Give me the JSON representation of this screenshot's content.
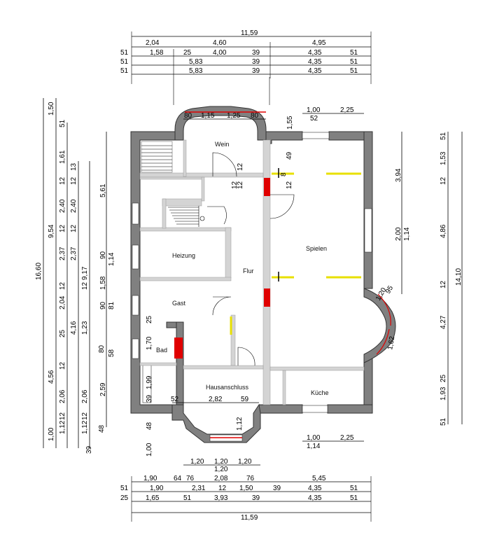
{
  "rooms": {
    "wein": "Wein",
    "spielen": "Spielen",
    "heizung": "Heizung",
    "flur": "Flur",
    "gast": "Gast",
    "bad": "Bad",
    "hausanschluss": "Hausanschluss",
    "kueche": "Küche"
  },
  "dims_top": {
    "total": "11,59",
    "row1": [
      "2,04",
      "4,60",
      "4,95"
    ],
    "row2": [
      "51",
      "1,58",
      "25",
      "4,00",
      "39",
      "4,35",
      "51"
    ],
    "row3": [
      "51",
      "5,83",
      "39",
      "4,35",
      "51"
    ],
    "row4": [
      "51",
      "5,83",
      "39",
      "4,35",
      "51"
    ],
    "bay": [
      "80",
      "1,15",
      "1,25",
      "80"
    ],
    "right_top": [
      "1,00",
      "2,25",
      "52",
      "1,55"
    ]
  },
  "dims_bottom": {
    "upper": [
      "1,20",
      "1,20",
      "1,20",
      "1,20"
    ],
    "row1": [
      "1,90",
      "64",
      "76",
      "2,08",
      "76",
      "5,45"
    ],
    "row2": [
      "51",
      "1,90",
      "2,31",
      "12",
      "1,50",
      "39",
      "4,35",
      "51"
    ],
    "row3": [
      "25",
      "1,65",
      "51",
      "3,93",
      "39",
      "4,35",
      "51"
    ],
    "total": "11,59",
    "inner": [
      "52",
      "2,82",
      "59",
      "1,12",
      "48",
      "1,00"
    ],
    "right_bottom": [
      "1,00",
      "1,14",
      "2,25"
    ]
  },
  "dims_left": {
    "total": "16,60",
    "col_a": [
      "1,50",
      "9,54",
      "4,56",
      "1,00"
    ],
    "col_b": [
      "51",
      "1,61",
      "12",
      "2,40",
      "12",
      "2,37",
      "12",
      "2,04",
      "25",
      "4,16",
      "12",
      "2,06",
      "12",
      "1,12",
      "39"
    ],
    "col_c": [
      "13",
      "12",
      "2,40",
      "12",
      "2,37",
      "9,17",
      "12",
      "1,23",
      "80",
      "2,06",
      "12",
      "1,12",
      "48"
    ],
    "col_d": [
      "5,61",
      "90",
      "1,14",
      "1,58",
      "90",
      "81",
      "58",
      "2,59"
    ],
    "col_e": [
      "25",
      "1,70",
      "1,99",
      "39"
    ],
    "small": [
      "12",
      "12",
      "12",
      "49",
      "8",
      "12"
    ]
  },
  "dims_right": {
    "col_a": [
      "51",
      "1,53",
      "12",
      "4,86",
      "12",
      "4,27",
      "25",
      "1,93",
      "51"
    ],
    "total": "14,10",
    "inner": [
      "3,94",
      "2,00",
      "1,14",
      "1,20",
      "95",
      "1,62"
    ]
  }
}
